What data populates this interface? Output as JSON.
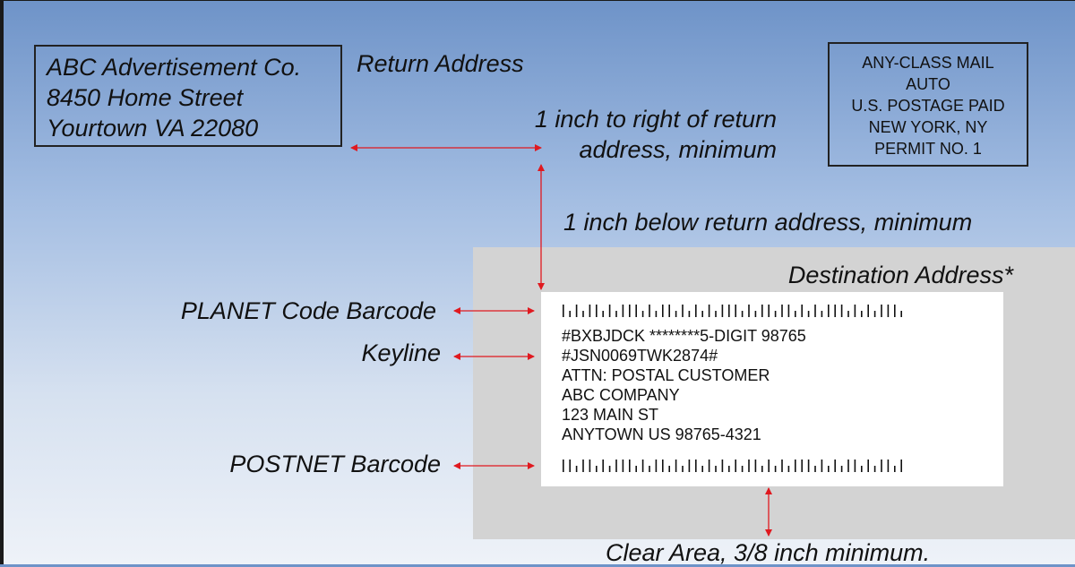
{
  "return_address": {
    "lines": [
      "ABC Advertisement Co.",
      "8450 Home Street",
      "Yourtown VA 22080"
    ],
    "label": "Return Address"
  },
  "indicia": {
    "lines": [
      "ANY-CLASS MAIL",
      "AUTO",
      "U.S. POSTAGE PAID",
      "NEW YORK, NY",
      "PERMIT NO. 1"
    ]
  },
  "annotations": {
    "right_of_return_line1": "1 inch to right of return",
    "right_of_return_line2": "address, minimum",
    "below_return": "1 inch below return address, minimum",
    "destination": "Destination Address*",
    "planet": "PLANET Code Barcode",
    "keyline": "Keyline",
    "postnet": "POSTNET Barcode",
    "clear_area": "Clear Area, 3/8 inch minimum."
  },
  "destination_address": {
    "lines": [
      "#BXBJDCK ********5-DIGIT 98765",
      "#JSN0069TWK2874#",
      "ATTN: POSTAL CUSTOMER",
      "ABC COMPANY",
      "123 MAIN ST",
      "ANYTOWN US 98765-4321"
    ]
  },
  "barcodes": {
    "planet_pattern": "1010110101110101101010101110101101101010111010101110",
    "postnet_pattern": "1101101011101011010110101010110101011101010110101101"
  },
  "colors": {
    "arrow": "#e0191f",
    "gray_area": "#d3d3d3",
    "label": "#ffffff"
  }
}
